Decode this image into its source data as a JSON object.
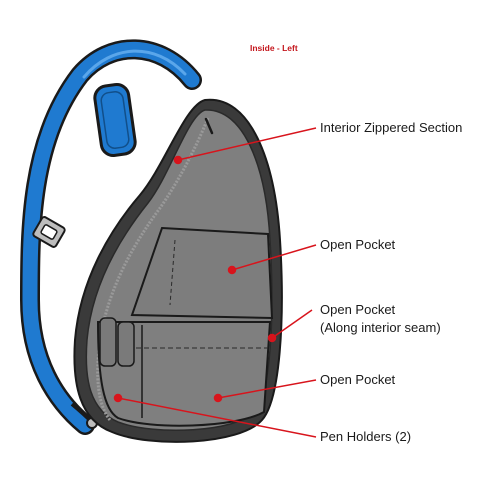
{
  "title": "Inside - Left",
  "colors": {
    "title": "#c4161c",
    "leader_line": "#d8141c",
    "strap_blue": "#1f7ad0",
    "strap_outline": "#1a1a1a",
    "bag_body": "#7f7f7f",
    "bag_rim": "#3a3a3a",
    "zipper": "#9a9a9a",
    "buckle": "#bdbdbd"
  },
  "labels": {
    "interior_zippered_section": "Interior Zippered Section",
    "open_pocket_upper": "Open Pocket",
    "open_pocket_seam_line1": "Open Pocket",
    "open_pocket_seam_line2": "(Along interior seam)",
    "open_pocket_lower": "Open Pocket",
    "pen_holders": "Pen Holders (2)"
  }
}
